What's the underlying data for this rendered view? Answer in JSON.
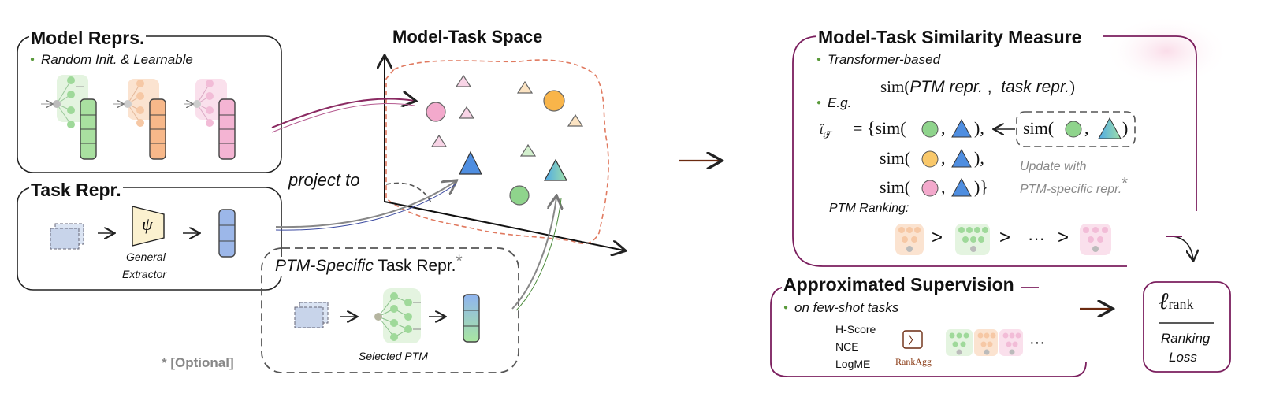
{
  "model_reprs": {
    "title": "Model Reprs.",
    "bullet": "Random Init. & Learnable"
  },
  "task_repr": {
    "title": "Task Repr.",
    "extractor_symbol": "ψ",
    "extractor_label_1": "General",
    "extractor_label_2": "Extractor"
  },
  "project_label": "project to",
  "space": {
    "title": "Model-Task Space"
  },
  "ptm_specific": {
    "title_italic": "PTM-Specific",
    "title_rest": " Task Repr.",
    "star": "*",
    "selected_label": "Selected PTM"
  },
  "optional_note": "* [Optional]",
  "similarity": {
    "title": "Model-Task Similarity Measure",
    "bullet1": "Transformer-based",
    "formula_sim": "sim(",
    "formula_ptm": "PTM repr.",
    "formula_comma": " ,  ",
    "formula_task": "task repr.",
    "formula_close": ")",
    "bullet2": "E.g.",
    "t_hat": "t̂",
    "t_sub": "𝒯",
    "eq_open": "= {sim(",
    "sim": "sim(",
    "comma": ",",
    "close_comma": "),",
    "close_brace": ")}",
    "close": ")",
    "update_line1": "Update with",
    "update_line2": "PTM-specific repr.",
    "update_star": "*",
    "ranking_label": "PTM Ranking:",
    "gt": ">",
    "ellipsis": "···"
  },
  "approx": {
    "title": "Approximated Supervision",
    "bullet": "on few-shot tasks",
    "scores": [
      "H-Score",
      "NCE",
      "LogME"
    ],
    "rankagg_symbol": "〉",
    "rankagg_label": "RankAgg",
    "ellipsis": "···"
  },
  "loss": {
    "symbol": "ℓ",
    "subscript": "rank",
    "label1": "Ranking",
    "label2": "Loss"
  },
  "colors": {
    "green": "#8fd48c",
    "orange": "#f7b26a",
    "pink": "#f2a9cf",
    "blue": "#4f8ee0",
    "purple_frame": "#7b1f5e",
    "arrow_brown": "#6b2a10",
    "dashed_red": "#e07a60"
  }
}
